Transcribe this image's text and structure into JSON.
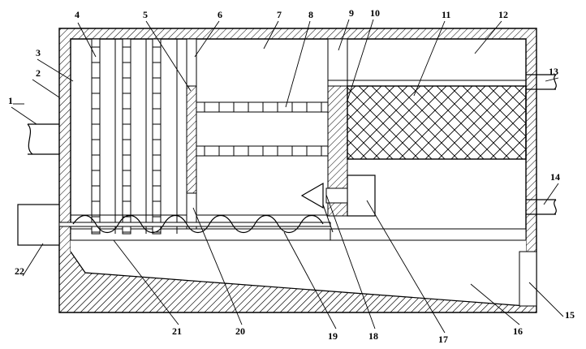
{
  "figure": {
    "labels": {
      "n1": "1",
      "n2": "2",
      "n3": "3",
      "n4": "4",
      "n5": "5",
      "n6": "6",
      "n7": "7",
      "n8": "8",
      "n9": "9",
      "n10": "10",
      "n11": "11",
      "n12": "12",
      "n13": "13",
      "n14": "14",
      "n15": "15",
      "n16": "16",
      "n17": "17",
      "n18": "18",
      "n19": "19",
      "n20": "20",
      "n21": "21",
      "n22": "22"
    }
  }
}
